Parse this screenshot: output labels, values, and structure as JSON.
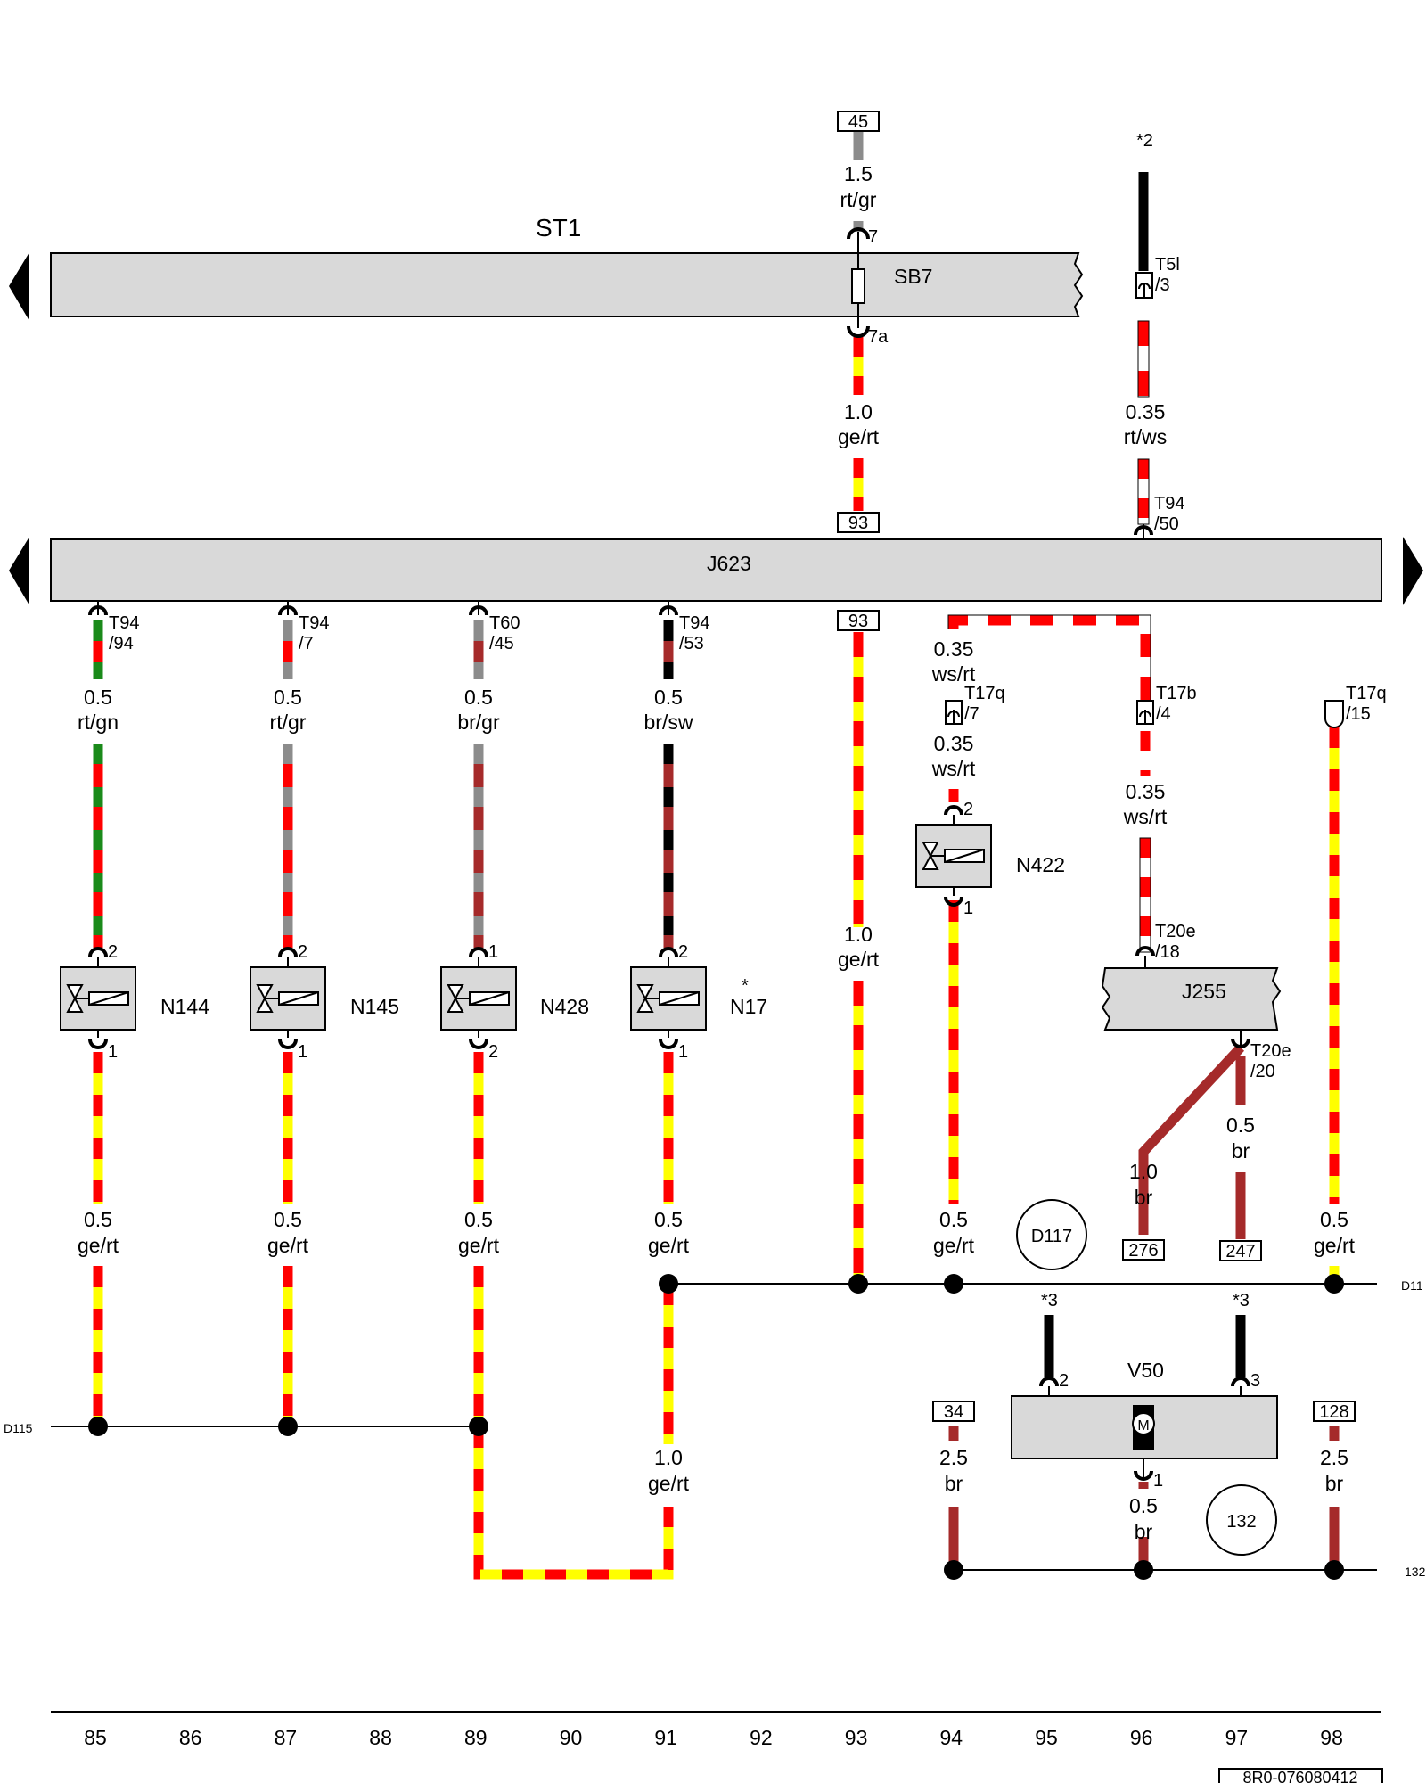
{
  "colors": {
    "red": "#ff0000",
    "yellow": "#ffff00",
    "green": "#1a8a1a",
    "grey": "#8c8c8c",
    "brown": "#a52a2a",
    "black": "#000000",
    "white": "#ffffff",
    "component_fill": "#d9d9d9"
  },
  "rails": {
    "st1": "ST1",
    "sb7": "SB7",
    "j623": "J623",
    "j255": "J255",
    "v50": "V50"
  },
  "terminals": {
    "t45": "45",
    "t93_top": "93",
    "t93_bottom": "93",
    "t276": "276",
    "t247": "247",
    "t34": "34",
    "t128": "128"
  },
  "pins": {
    "sb7_in": "7",
    "sb7_out": "7a",
    "t5l_a": "T5l",
    "t5l_b": "/3",
    "t94_50_a": "T94",
    "t94_50_b": "/50",
    "c85_a": "T94",
    "c85_b": "/94",
    "c87_a": "T94",
    "c87_b": "/7",
    "c89_a": "T60",
    "c89_b": "/45",
    "c91_a": "T94",
    "c91_b": "/53",
    "t17q7_a": "T17q",
    "t17q7_b": "/7",
    "t17b4_a": "T17b",
    "t17b4_b": "/4",
    "t17q15_a": "T17q",
    "t17q15_b": "/15",
    "t20e18_a": "T20e",
    "t20e18_b": "/18",
    "t20e20_a": "T20e",
    "t20e20_b": "/20",
    "n144_top": "2",
    "n144_bot": "1",
    "n145_top": "2",
    "n145_bot": "1",
    "n428_top": "1",
    "n428_bot": "2",
    "n17_top": "2",
    "n17_bot": "1",
    "n422_top": "2",
    "n422_bot": "1",
    "v50_l": "2",
    "v50_r": "3",
    "v50_b": "1"
  },
  "notes": {
    "star2": "*2",
    "star3a": "*3",
    "star3b": "*3",
    "star": "*"
  },
  "wires": {
    "w93_top": {
      "size": "1.5",
      "color": "rt/gr"
    },
    "w93_mid": {
      "size": "1.0",
      "color": "ge/rt"
    },
    "w96_top": {
      "size": "0.35",
      "color": "rt/ws"
    },
    "w85": {
      "size": "0.5",
      "color": "rt/gn"
    },
    "w87": {
      "size": "0.5",
      "color": "rt/gr"
    },
    "w89": {
      "size": "0.5",
      "color": "br/gr"
    },
    "w91": {
      "size": "0.5",
      "color": "br/sw"
    },
    "w94_a": {
      "size": "0.35",
      "color": "ws/rt"
    },
    "w94_b": {
      "size": "0.35",
      "color": "ws/rt"
    },
    "w96_b": {
      "size": "0.35",
      "color": "ws/rt"
    },
    "w93_low": {
      "size": "1.0",
      "color": "ge/rt"
    },
    "w85_low": {
      "size": "0.5",
      "color": "ge/rt"
    },
    "w87_low": {
      "size": "0.5",
      "color": "ge/rt"
    },
    "w89_low": {
      "size": "0.5",
      "color": "ge/rt"
    },
    "w91_low": {
      "size": "0.5",
      "color": "ge/rt"
    },
    "w94_low": {
      "size": "0.5",
      "color": "ge/rt"
    },
    "w98_low": {
      "size": "0.5",
      "color": "ge/rt"
    },
    "w96_br": {
      "size": "1.0",
      "color": "br"
    },
    "w97_br": {
      "size": "0.5",
      "color": "br"
    },
    "w91_bottom": {
      "size": "1.0",
      "color": "ge/rt"
    },
    "w94_ground": {
      "size": "2.5",
      "color": "br"
    },
    "w96_ground": {
      "size": "0.5",
      "color": "br"
    },
    "w98_ground": {
      "size": "2.5",
      "color": "br"
    }
  },
  "components": {
    "n144": "N144",
    "n145": "N145",
    "n428": "N428",
    "n17": "N17",
    "n422": "N422"
  },
  "buses": {
    "d115": "D115",
    "d117_right": "D11",
    "d117_circle": "D117",
    "g132_right": "132",
    "g132_circle": "132"
  },
  "columns": [
    "85",
    "86",
    "87",
    "88",
    "89",
    "90",
    "91",
    "92",
    "93",
    "94",
    "95",
    "96",
    "97",
    "98"
  ],
  "doc_number": "8R0-076080412"
}
